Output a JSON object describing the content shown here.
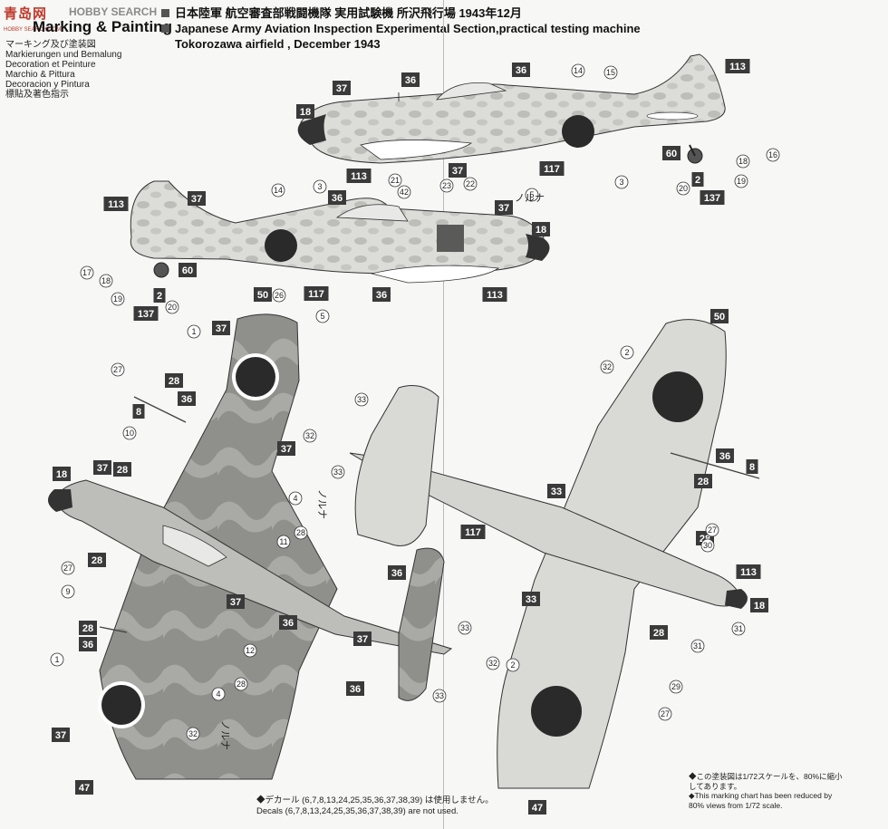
{
  "watermark": {
    "cn": "青岛网",
    "en": "HOBBY SEARCH",
    "sub": "HOBBY SEARCH.COM"
  },
  "title": "Marking & Painting",
  "languages": [
    "マーキング及び塗装図",
    "Markierungen und Bemalung",
    "Decoration et Peinture",
    "Marchio & Pittura",
    "Decoracion y Pintura",
    "標貼及著色指示"
  ],
  "header": {
    "jp": "日本陸軍 航空審査部戦闘機隊 実用試験機 所沢飛行場 1943年12月",
    "en1": "Japanese Army Aviation Inspection Experimental Section,practical testing machine",
    "en2": "Tokorozawa airfield , December 1943"
  },
  "notes_right": [
    "◆この塗装図は1/72スケールを、80%に縮小",
    "してあります。",
    "◆This marking chart has been reduced by",
    "80% views from 1/72 scale."
  ],
  "notes_bottom": [
    "◆デカール (6,7,8,13,24,25,35,36,37,38,39) は使用しません。",
    "Decals (6,7,8,13,24,25,35,36,37,38,39) are not used."
  ],
  "katakana_side": "ノルナ",
  "colors": {
    "ink": "#222222",
    "box": "#3a3a3a",
    "upper": "#8f8f8c",
    "lower": "#d9d9d6",
    "hinomaru": "#2a2a2a",
    "paper": "#f7f7f5"
  },
  "paint_boxes": [
    {
      "id": "b113a",
      "label": "113"
    },
    {
      "id": "b37a",
      "label": "37"
    },
    {
      "id": "b36a",
      "label": "36"
    },
    {
      "id": "b36b",
      "label": "36"
    },
    {
      "id": "b18a",
      "label": "18"
    },
    {
      "id": "b113b",
      "label": "113"
    },
    {
      "id": "b37b",
      "label": "37"
    },
    {
      "id": "b117a",
      "label": "117"
    },
    {
      "id": "b60a",
      "label": "60"
    },
    {
      "id": "b2a",
      "label": "2"
    },
    {
      "id": "b137a",
      "label": "137"
    },
    {
      "id": "b113c",
      "label": "113"
    },
    {
      "id": "b37c",
      "label": "37"
    },
    {
      "id": "b36c",
      "label": "36"
    },
    {
      "id": "b37d",
      "label": "37"
    },
    {
      "id": "b18b",
      "label": "18"
    },
    {
      "id": "b60b",
      "label": "60"
    },
    {
      "id": "b2b",
      "label": "2"
    },
    {
      "id": "b137b",
      "label": "137"
    },
    {
      "id": "b50a",
      "label": "50"
    },
    {
      "id": "b117b",
      "label": "117"
    },
    {
      "id": "b36d",
      "label": "36"
    },
    {
      "id": "b113d",
      "label": "113"
    },
    {
      "id": "b37e",
      "label": "37"
    },
    {
      "id": "b28a",
      "label": "28"
    },
    {
      "id": "b36e",
      "label": "36"
    },
    {
      "id": "b8a",
      "label": "8"
    },
    {
      "id": "b37f",
      "label": "37"
    },
    {
      "id": "b18c",
      "label": "18"
    },
    {
      "id": "b37g",
      "label": "37"
    },
    {
      "id": "b28b",
      "label": "28"
    },
    {
      "id": "b28c",
      "label": "28"
    },
    {
      "id": "b37h",
      "label": "37"
    },
    {
      "id": "b36f",
      "label": "36"
    },
    {
      "id": "b28d",
      "label": "28"
    },
    {
      "id": "b36g",
      "label": "36"
    },
    {
      "id": "b37i",
      "label": "37"
    },
    {
      "id": "b47a",
      "label": "47"
    },
    {
      "id": "b117c",
      "label": "117"
    },
    {
      "id": "b36h",
      "label": "36"
    },
    {
      "id": "b37j",
      "label": "37"
    },
    {
      "id": "b36i",
      "label": "36"
    },
    {
      "id": "b50b",
      "label": "50"
    },
    {
      "id": "b36j",
      "label": "36"
    },
    {
      "id": "b8b",
      "label": "8"
    },
    {
      "id": "b33a",
      "label": "33"
    },
    {
      "id": "b28e",
      "label": "28"
    },
    {
      "id": "b113e",
      "label": "113"
    },
    {
      "id": "b33b",
      "label": "33"
    },
    {
      "id": "b18d",
      "label": "18"
    },
    {
      "id": "b28f",
      "label": "28"
    },
    {
      "id": "b28g",
      "label": "28"
    },
    {
      "id": "b47b",
      "label": "47"
    }
  ],
  "callouts": [
    {
      "id": "c14a",
      "label": "14"
    },
    {
      "id": "c15",
      "label": "15"
    },
    {
      "id": "c16",
      "label": "16"
    },
    {
      "id": "c18a",
      "label": "18"
    },
    {
      "id": "c19a",
      "label": "19"
    },
    {
      "id": "c20a",
      "label": "20"
    },
    {
      "id": "c3a",
      "label": "3"
    },
    {
      "id": "c5a",
      "label": "5"
    },
    {
      "id": "c14b",
      "label": "14"
    },
    {
      "id": "c3b",
      "label": "3"
    },
    {
      "id": "c21",
      "label": "21"
    },
    {
      "id": "c42",
      "label": "42"
    },
    {
      "id": "c23",
      "label": "23"
    },
    {
      "id": "c22",
      "label": "22"
    },
    {
      "id": "c5b",
      "label": "5"
    },
    {
      "id": "c17",
      "label": "17"
    },
    {
      "id": "c18b",
      "label": "18"
    },
    {
      "id": "c19b",
      "label": "19"
    },
    {
      "id": "c20b",
      "label": "20"
    },
    {
      "id": "c26",
      "label": "26"
    },
    {
      "id": "c1a",
      "label": "1"
    },
    {
      "id": "c27a",
      "label": "27"
    },
    {
      "id": "c32a",
      "label": "32"
    },
    {
      "id": "c10",
      "label": "10"
    },
    {
      "id": "c4a",
      "label": "4"
    },
    {
      "id": "c28a",
      "label": "28"
    },
    {
      "id": "c11",
      "label": "11"
    },
    {
      "id": "c27b",
      "label": "27"
    },
    {
      "id": "c9",
      "label": "9"
    },
    {
      "id": "c12",
      "label": "12"
    },
    {
      "id": "c28b",
      "label": "28"
    },
    {
      "id": "c1b",
      "label": "1"
    },
    {
      "id": "c4b",
      "label": "4"
    },
    {
      "id": "c32b",
      "label": "32"
    },
    {
      "id": "c33a",
      "label": "33"
    },
    {
      "id": "c33b",
      "label": "33"
    },
    {
      "id": "c33c",
      "label": "33"
    },
    {
      "id": "c33d",
      "label": "33"
    },
    {
      "id": "c2a",
      "label": "2"
    },
    {
      "id": "c32c",
      "label": "32"
    },
    {
      "id": "c27c",
      "label": "27"
    },
    {
      "id": "c30",
      "label": "30"
    },
    {
      "id": "c31a",
      "label": "31"
    },
    {
      "id": "c31b",
      "label": "31"
    },
    {
      "id": "c29",
      "label": "29"
    },
    {
      "id": "c27d",
      "label": "27"
    },
    {
      "id": "c32d",
      "label": "32"
    },
    {
      "id": "c2b",
      "label": "2"
    }
  ]
}
